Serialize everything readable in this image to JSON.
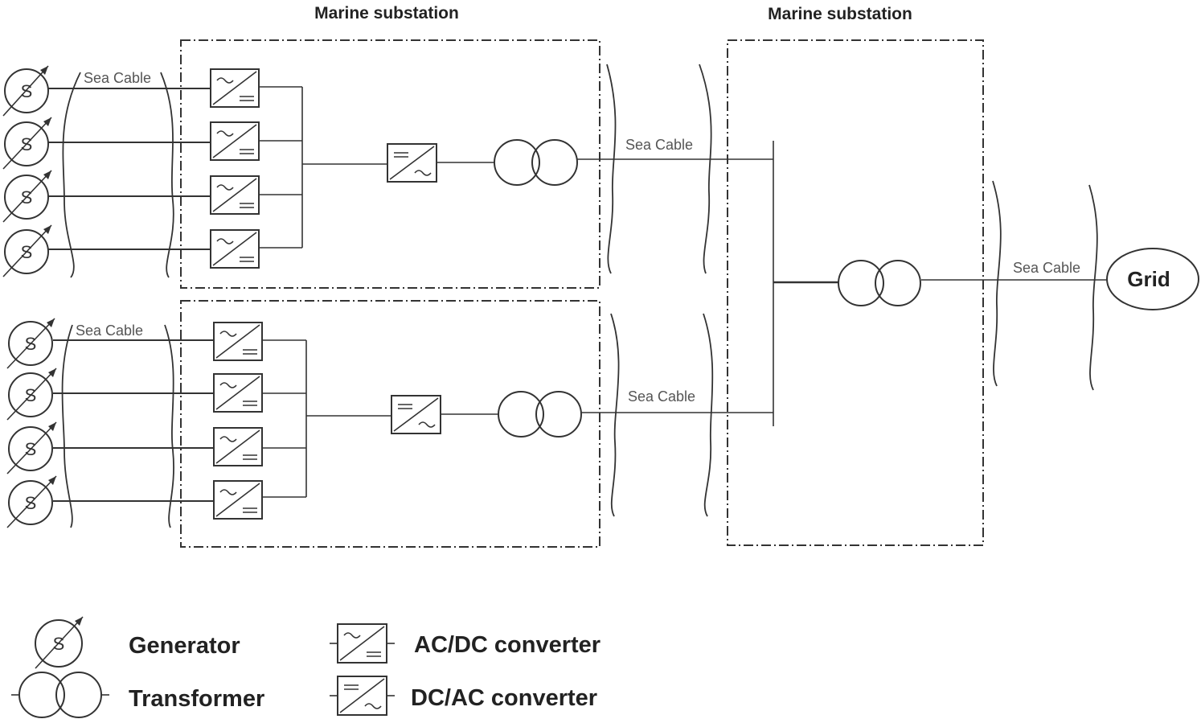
{
  "labels": {
    "substation_top": "Marine substation",
    "substation_right": "Marine substation",
    "grid": "Grid",
    "sea_cable_gen_top": "Sea Cable",
    "sea_cable_gen_bottom": "Sea Cable",
    "sea_cable_link_top": "Sea Cable",
    "sea_cable_link_bottom": "Sea Cable",
    "sea_cable_grid": "Sea Cable"
  },
  "legend": {
    "generator": "Generator",
    "transformer": "Transformer",
    "acdc": "AC/DC converter",
    "dcac": "DC/AC converter"
  },
  "icons": {
    "generator": "generator-icon",
    "transformer": "transformer-icon",
    "acdc": "acdc-converter-icon",
    "dcac": "dcac-converter-icon"
  }
}
